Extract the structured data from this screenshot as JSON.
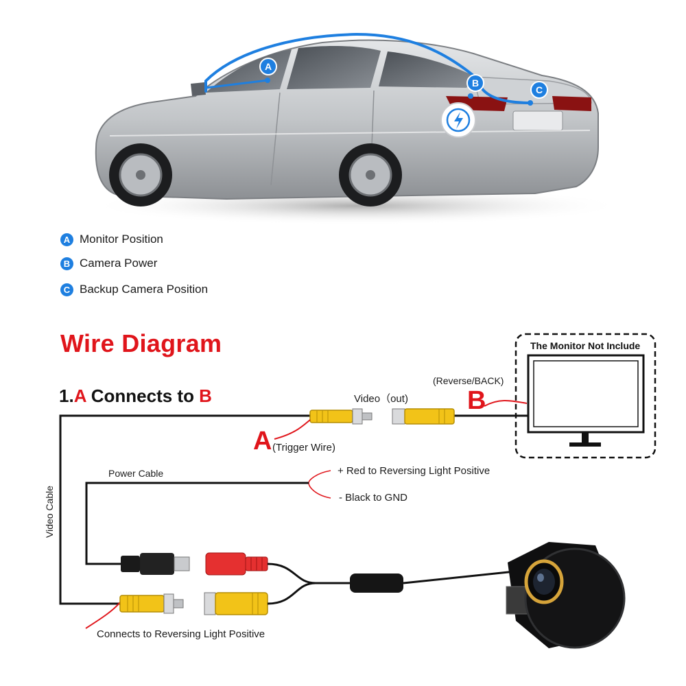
{
  "legend": [
    {
      "badge": "A",
      "label": "Monitor Position"
    },
    {
      "badge": "B",
      "label": "Camera Power"
    },
    {
      "badge": "C",
      "label": "Backup Camera Position"
    }
  ],
  "car_markers": {
    "a": "A",
    "b": "B",
    "c": "C"
  },
  "wire_diagram": {
    "title": "Wire Diagram",
    "section_number": "1.",
    "section_a": "A",
    "section_mid": " Connects to ",
    "section_b": "B",
    "video_out": "Video（out)",
    "reverse_back": "(Reverse/BACK)",
    "letter_a": "A",
    "letter_b": "B",
    "trigger_wire": "(Trigger Wire)",
    "monitor_note": "The Monitor Not Include",
    "power_cable": "Power Cable",
    "red_wire": "+ Red to Reversing Light Positive",
    "black_wire": "- Black to GND",
    "video_cable": "Video Cable",
    "reversing_light": "Connects to Reversing Light Positive"
  },
  "colors": {
    "accent_blue": "#1e7fe0",
    "accent_red": "#e0151b",
    "rca_yellow": "#f2c318",
    "dc_red": "#e53030"
  }
}
